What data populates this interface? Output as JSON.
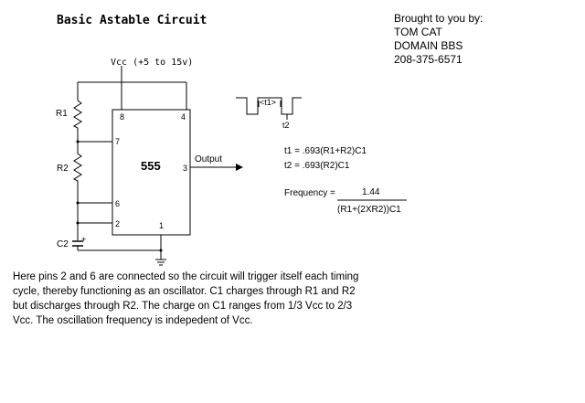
{
  "title": "Basic Astable Circuit",
  "credits": [
    "Brought to you by:",
    "TOM CAT",
    "DOMAIN BBS",
    "208-375-6571"
  ],
  "schematic": {
    "vcc_label": "Vcc (+5 to 15v)",
    "chip_label": "555",
    "output_label": "Output",
    "r1_label": "R1",
    "r2_label": "R2",
    "c2_label": "C2",
    "plus_sign": "+",
    "pins": {
      "p8": "8",
      "p4": "4",
      "p7": "7",
      "p3": "3",
      "p6": "6",
      "p2": "2",
      "p1": "1"
    }
  },
  "waveform": {
    "t1_label": "<t1>",
    "t2_label": "t2"
  },
  "formulas": {
    "t1": "t1 = .693(R1+R2)C1",
    "t2": "t2 = .693(R2)C1",
    "frequency_label": "Frequency =",
    "numerator": "1.44",
    "denominator": "(R1+(2XR2))C1"
  },
  "description": [
    "Here pins 2 and 6 are connected so the circuit will trigger itself each timing",
    "cycle, thereby functioning as an oscillator. C1 charges through R1 and R2",
    "but discharges through R2. The charge on C1 ranges from 1/3 Vcc to 2/3",
    "Vcc. The oscillation frequency is indepedent of Vcc."
  ]
}
